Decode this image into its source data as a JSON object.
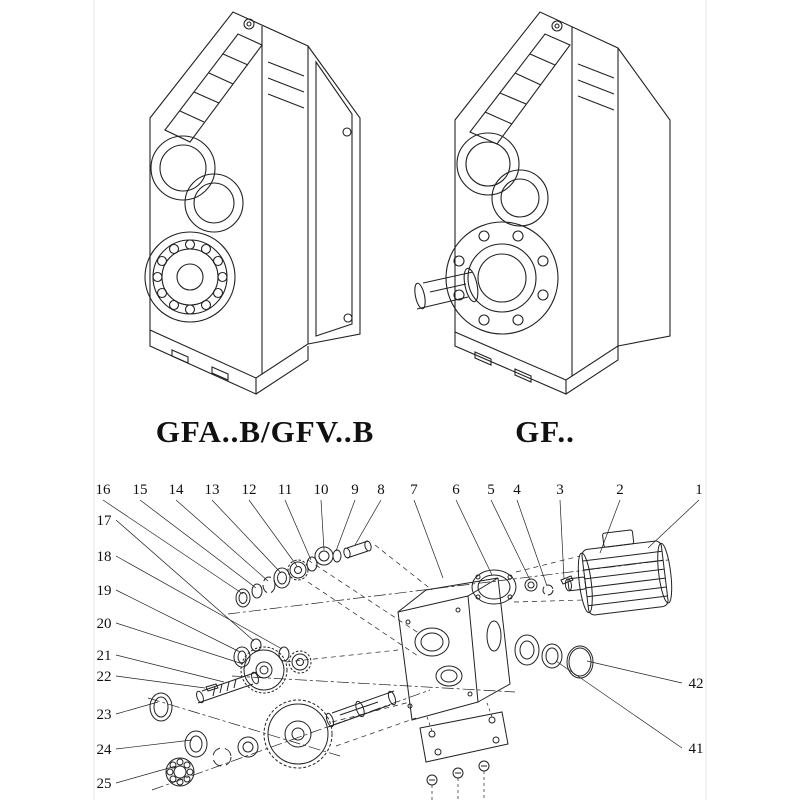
{
  "document": {
    "background_color": "#ffffff",
    "line_color": "#222222"
  },
  "figures": {
    "left": {
      "label": "GFA..B/GFV..B"
    },
    "right": {
      "label": "GF.."
    }
  },
  "callouts": {
    "top_row": [
      "16",
      "15",
      "14",
      "13",
      "12",
      "11",
      "10",
      "9",
      "8",
      "7",
      "6",
      "5",
      "4",
      "3",
      "2",
      "1"
    ],
    "left_column": [
      "17",
      "18",
      "19",
      "20",
      "21",
      "22",
      "23",
      "24",
      "25"
    ],
    "right_column": [
      "42",
      "41"
    ]
  }
}
